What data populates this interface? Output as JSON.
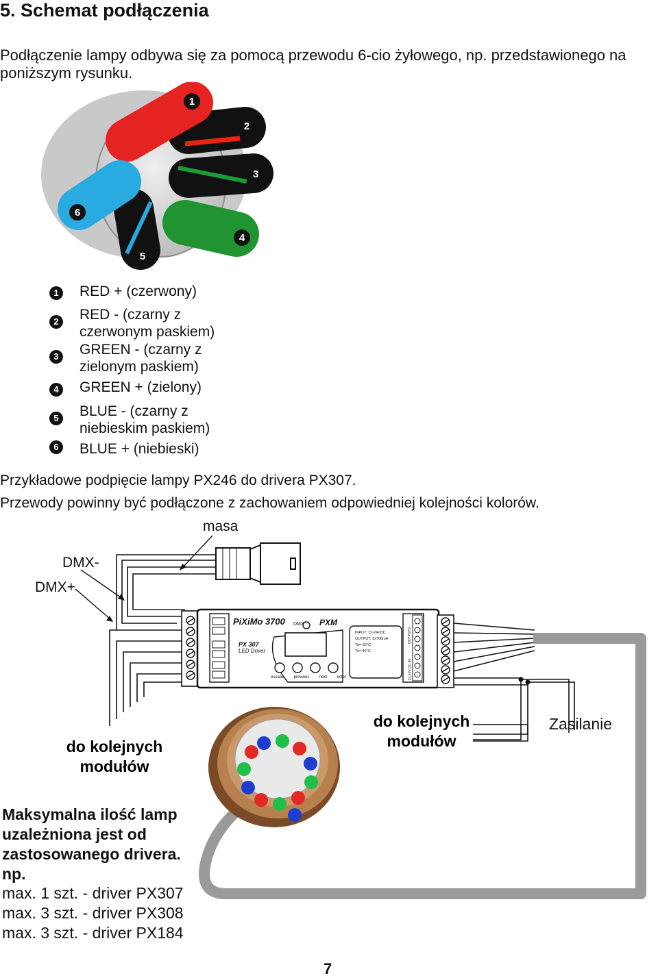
{
  "section_title": "5. Schemat podłączenia",
  "intro": "Podłączenie lampy odbywa się za pomocą przewodu 6-cio żyłowego, np. przedstawionego na poniższym rysunku.",
  "wire_legend": [
    {
      "num": "1",
      "text": "RED + (czerwony)"
    },
    {
      "num": "2",
      "text": "RED - (czarny z czerwonym paskiem)"
    },
    {
      "num": "3",
      "text": "GREEN - (czarny z zielonym paskiem)"
    },
    {
      "num": "4",
      "text": "GREEN + (zielony)"
    },
    {
      "num": "5",
      "text": "BLUE - (czarny z niebieskim paskiem)"
    },
    {
      "num": "6",
      "text": "BLUE + (niebieski)"
    }
  ],
  "example_caption": "Przykładowe podpięcie lampy PX246 do drivera PX307.",
  "order_note": "Przewody powinny być podłączone z zachowaniem odpowiedniej kolejności kolorów.",
  "labels": {
    "masa": "masa",
    "dmx_minus": "DMX-",
    "dmx_plus": "DMX+",
    "next_modules_left": "do kolejnych modułów",
    "next_modules_right": "do kolejnych modułów",
    "power": "Zasilanie"
  },
  "driver": {
    "brand": "PiXiMo 3700",
    "model": "PX 307",
    "subtitle": "LED Driver",
    "dmx": "DMX",
    "logo": "PXM",
    "buttons": [
      "escape",
      "previous",
      "next",
      "enter"
    ],
    "specs": [
      "INPUT:",
      "12-24VDC",
      "OUTPUT:",
      "3x700mA",
      "Ta=-20°C",
      "Tc=-45°C"
    ],
    "outputs_label": "OUTPUTS",
    "power_label": "12-24V DC IN"
  },
  "max_note": {
    "heading": "Maksymalna ilość lamp uzależniona jest od zastosowanego drivera. np.",
    "lines": [
      "max. 1 szt. - driver PX307",
      "max. 3 szt. - driver PX308",
      "max. 3 szt. - driver PX184"
    ]
  },
  "page_number": "7"
}
